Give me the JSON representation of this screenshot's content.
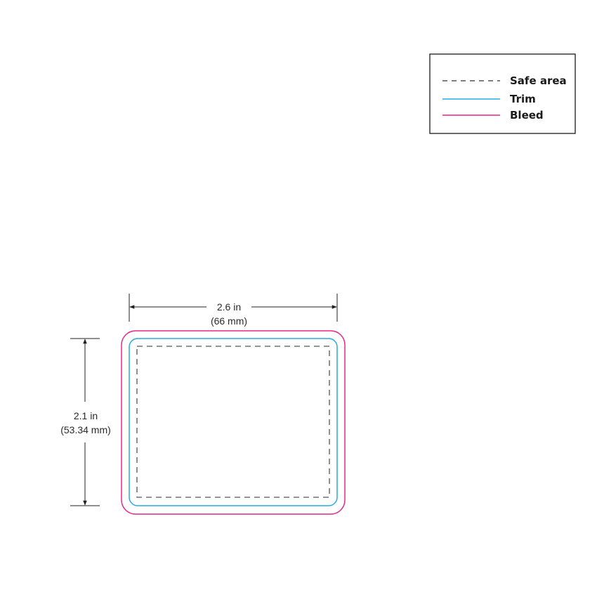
{
  "legend": {
    "safe_area": "Safe area",
    "trim": "Trim",
    "bleed": "Bleed"
  },
  "dimensions": {
    "width_in": "2.6 in",
    "width_mm": "(66 mm)",
    "height_in": "2.1 in",
    "height_mm": "(53.34 mm)"
  },
  "colors": {
    "trim": "#29abe2",
    "bleed": "#e6268c",
    "safe_area": "#555555",
    "dimension_lines": "#222222"
  }
}
